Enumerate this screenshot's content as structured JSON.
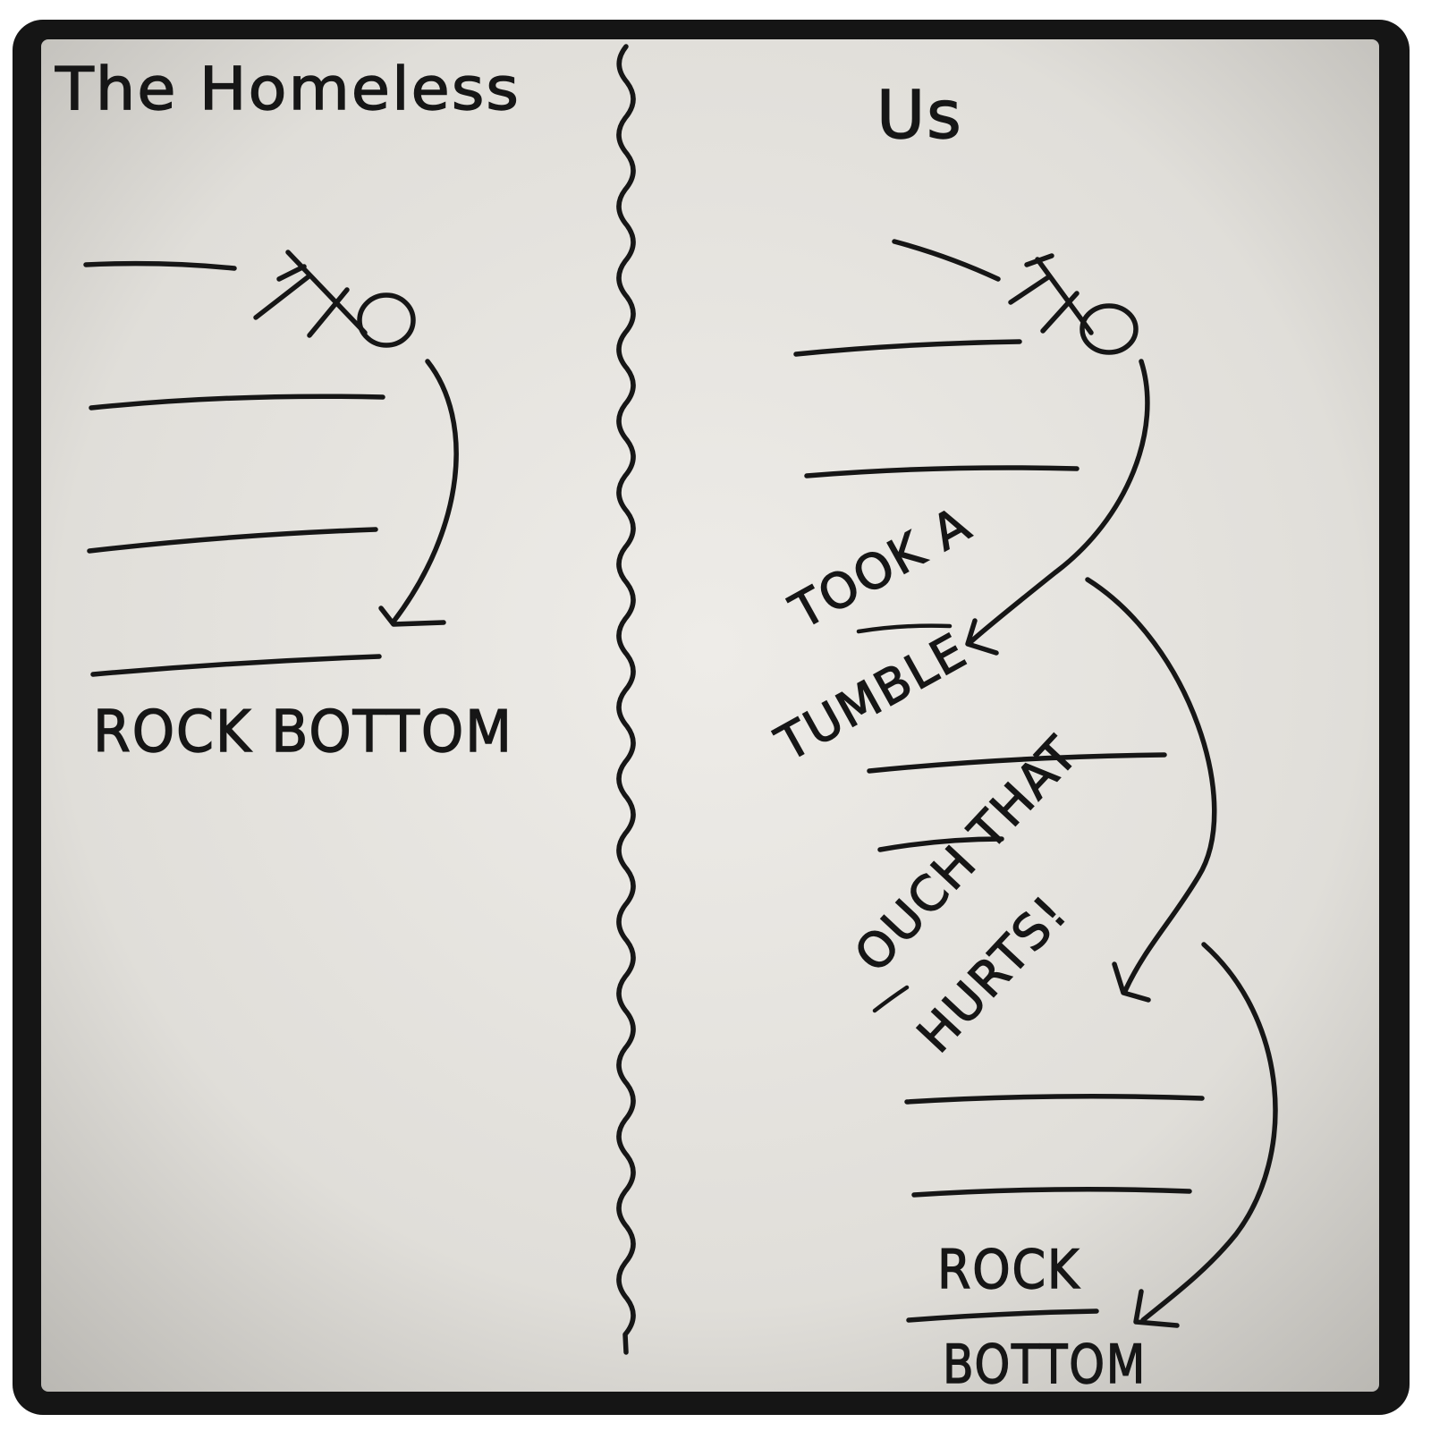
{
  "left_panel": {
    "title": "The Homeless",
    "bottom_label": "ROCK BOTTOM"
  },
  "right_panel": {
    "title": "Us",
    "fall_1_label": {
      "line_1": "TOOK A",
      "line_2": "TUMBLE"
    },
    "fall_2_label": {
      "line_1": "OUCH THAT",
      "line_2": "HURTS!"
    },
    "bottom_label": {
      "line_1": "ROCK",
      "line_2": "BOTTOM"
    }
  },
  "colors": {
    "ink": "#161616",
    "paper": "#e3e1dc",
    "frame": "#151515",
    "photo_border": "#ffffff"
  },
  "icons": {
    "figures": "stick-figure-falling-icon",
    "arrows": "curved-arrow-icon"
  }
}
